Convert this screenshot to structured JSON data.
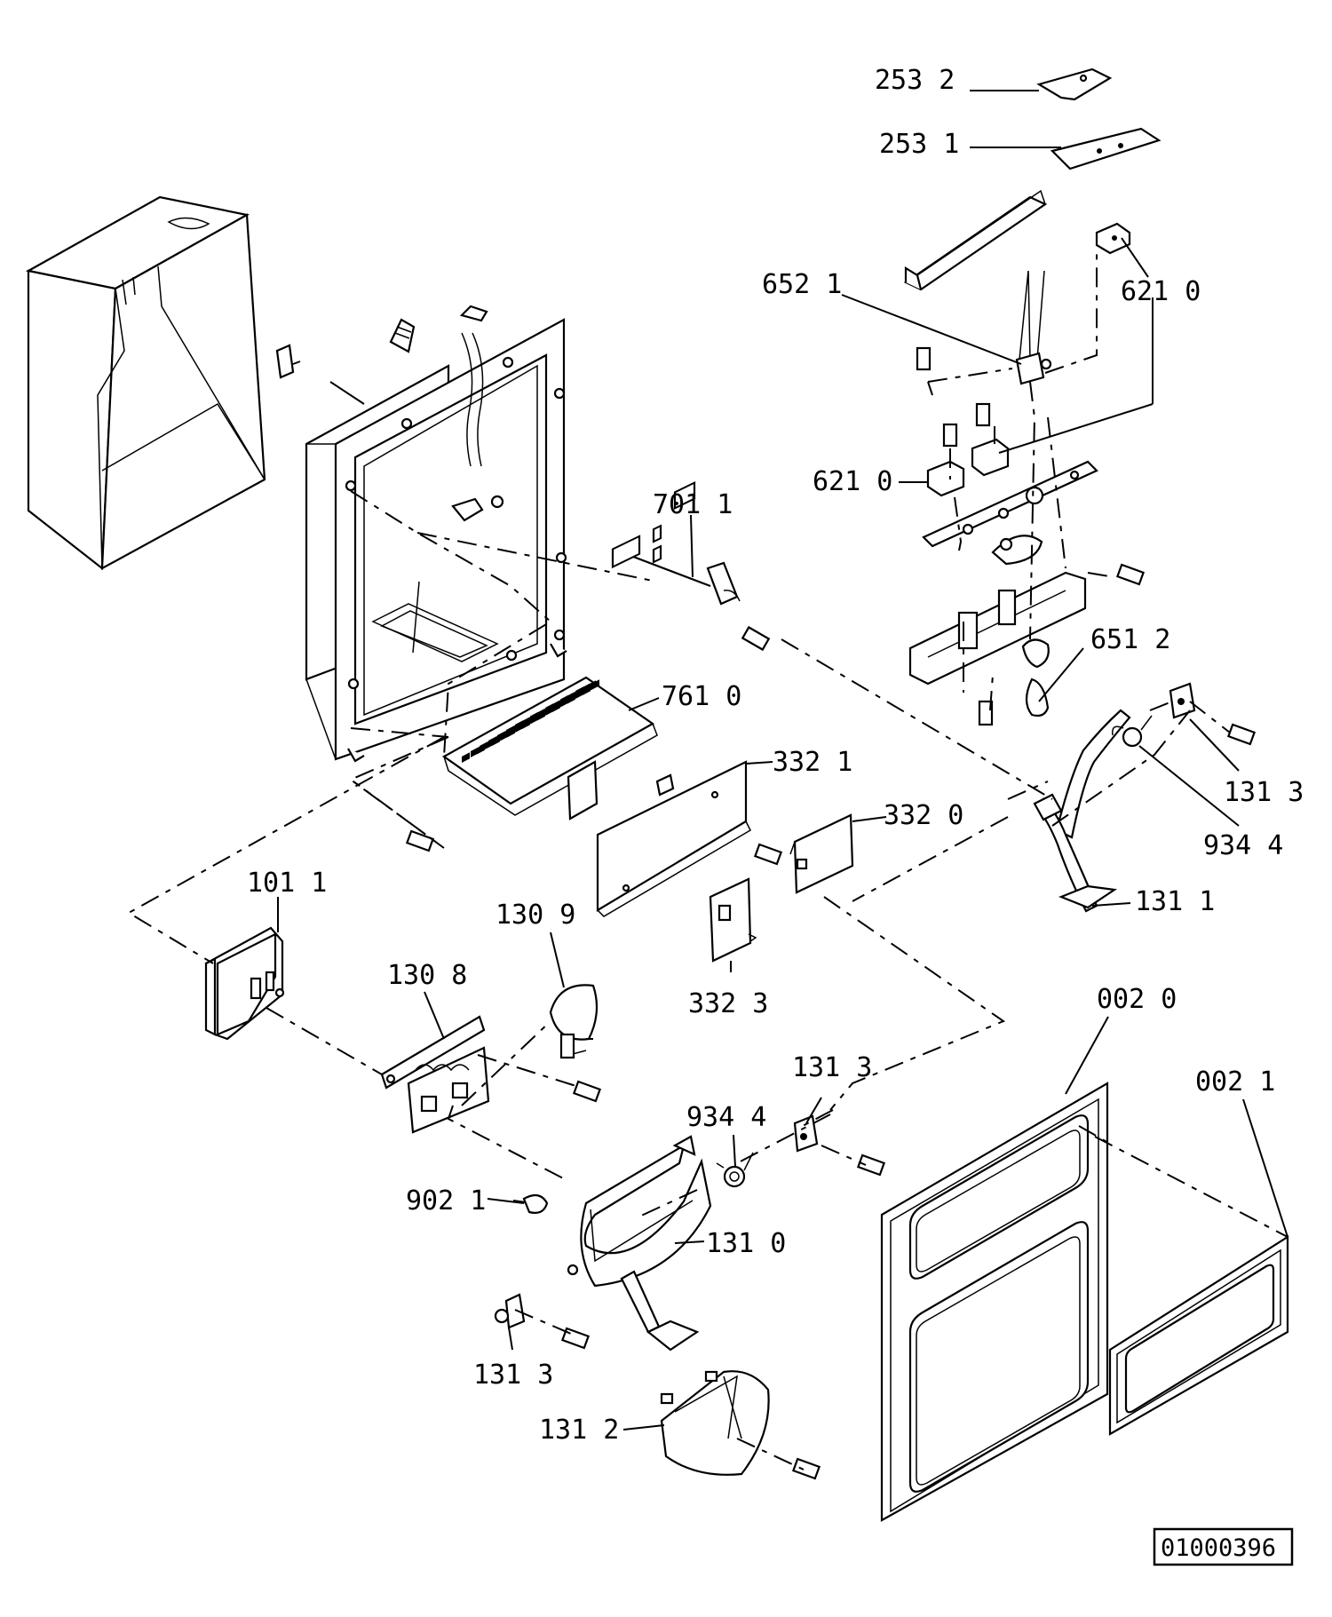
{
  "diagram": {
    "labels": [
      {
        "id": "253-2",
        "text": "253 2"
      },
      {
        "id": "253-1",
        "text": "253 1"
      },
      {
        "id": "652-1",
        "text": "652 1"
      },
      {
        "id": "621-0-a",
        "text": "621 0"
      },
      {
        "id": "621-0-b",
        "text": "621 0"
      },
      {
        "id": "701-1",
        "text": "701 1"
      },
      {
        "id": "651-2",
        "text": "651 2"
      },
      {
        "id": "761-0",
        "text": "761 0"
      },
      {
        "id": "332-1",
        "text": "332 1"
      },
      {
        "id": "131-3-a",
        "text": "131 3"
      },
      {
        "id": "332-0",
        "text": "332 0"
      },
      {
        "id": "934-4-a",
        "text": "934 4"
      },
      {
        "id": "101-1",
        "text": "101 1"
      },
      {
        "id": "131-1",
        "text": "131 1"
      },
      {
        "id": "130-9",
        "text": "130 9"
      },
      {
        "id": "130-8",
        "text": "130 8"
      },
      {
        "id": "332-3",
        "text": "332 3"
      },
      {
        "id": "002-0",
        "text": "002 0"
      },
      {
        "id": "002-1",
        "text": "002 1"
      },
      {
        "id": "131-3-b",
        "text": "131 3"
      },
      {
        "id": "934-4-b",
        "text": "934 4"
      },
      {
        "id": "902-1",
        "text": "902 1"
      },
      {
        "id": "131-0",
        "text": "131 0"
      },
      {
        "id": "131-3-c",
        "text": "131 3"
      },
      {
        "id": "131-2",
        "text": "131 2"
      }
    ],
    "drawing_number": "01000396"
  }
}
